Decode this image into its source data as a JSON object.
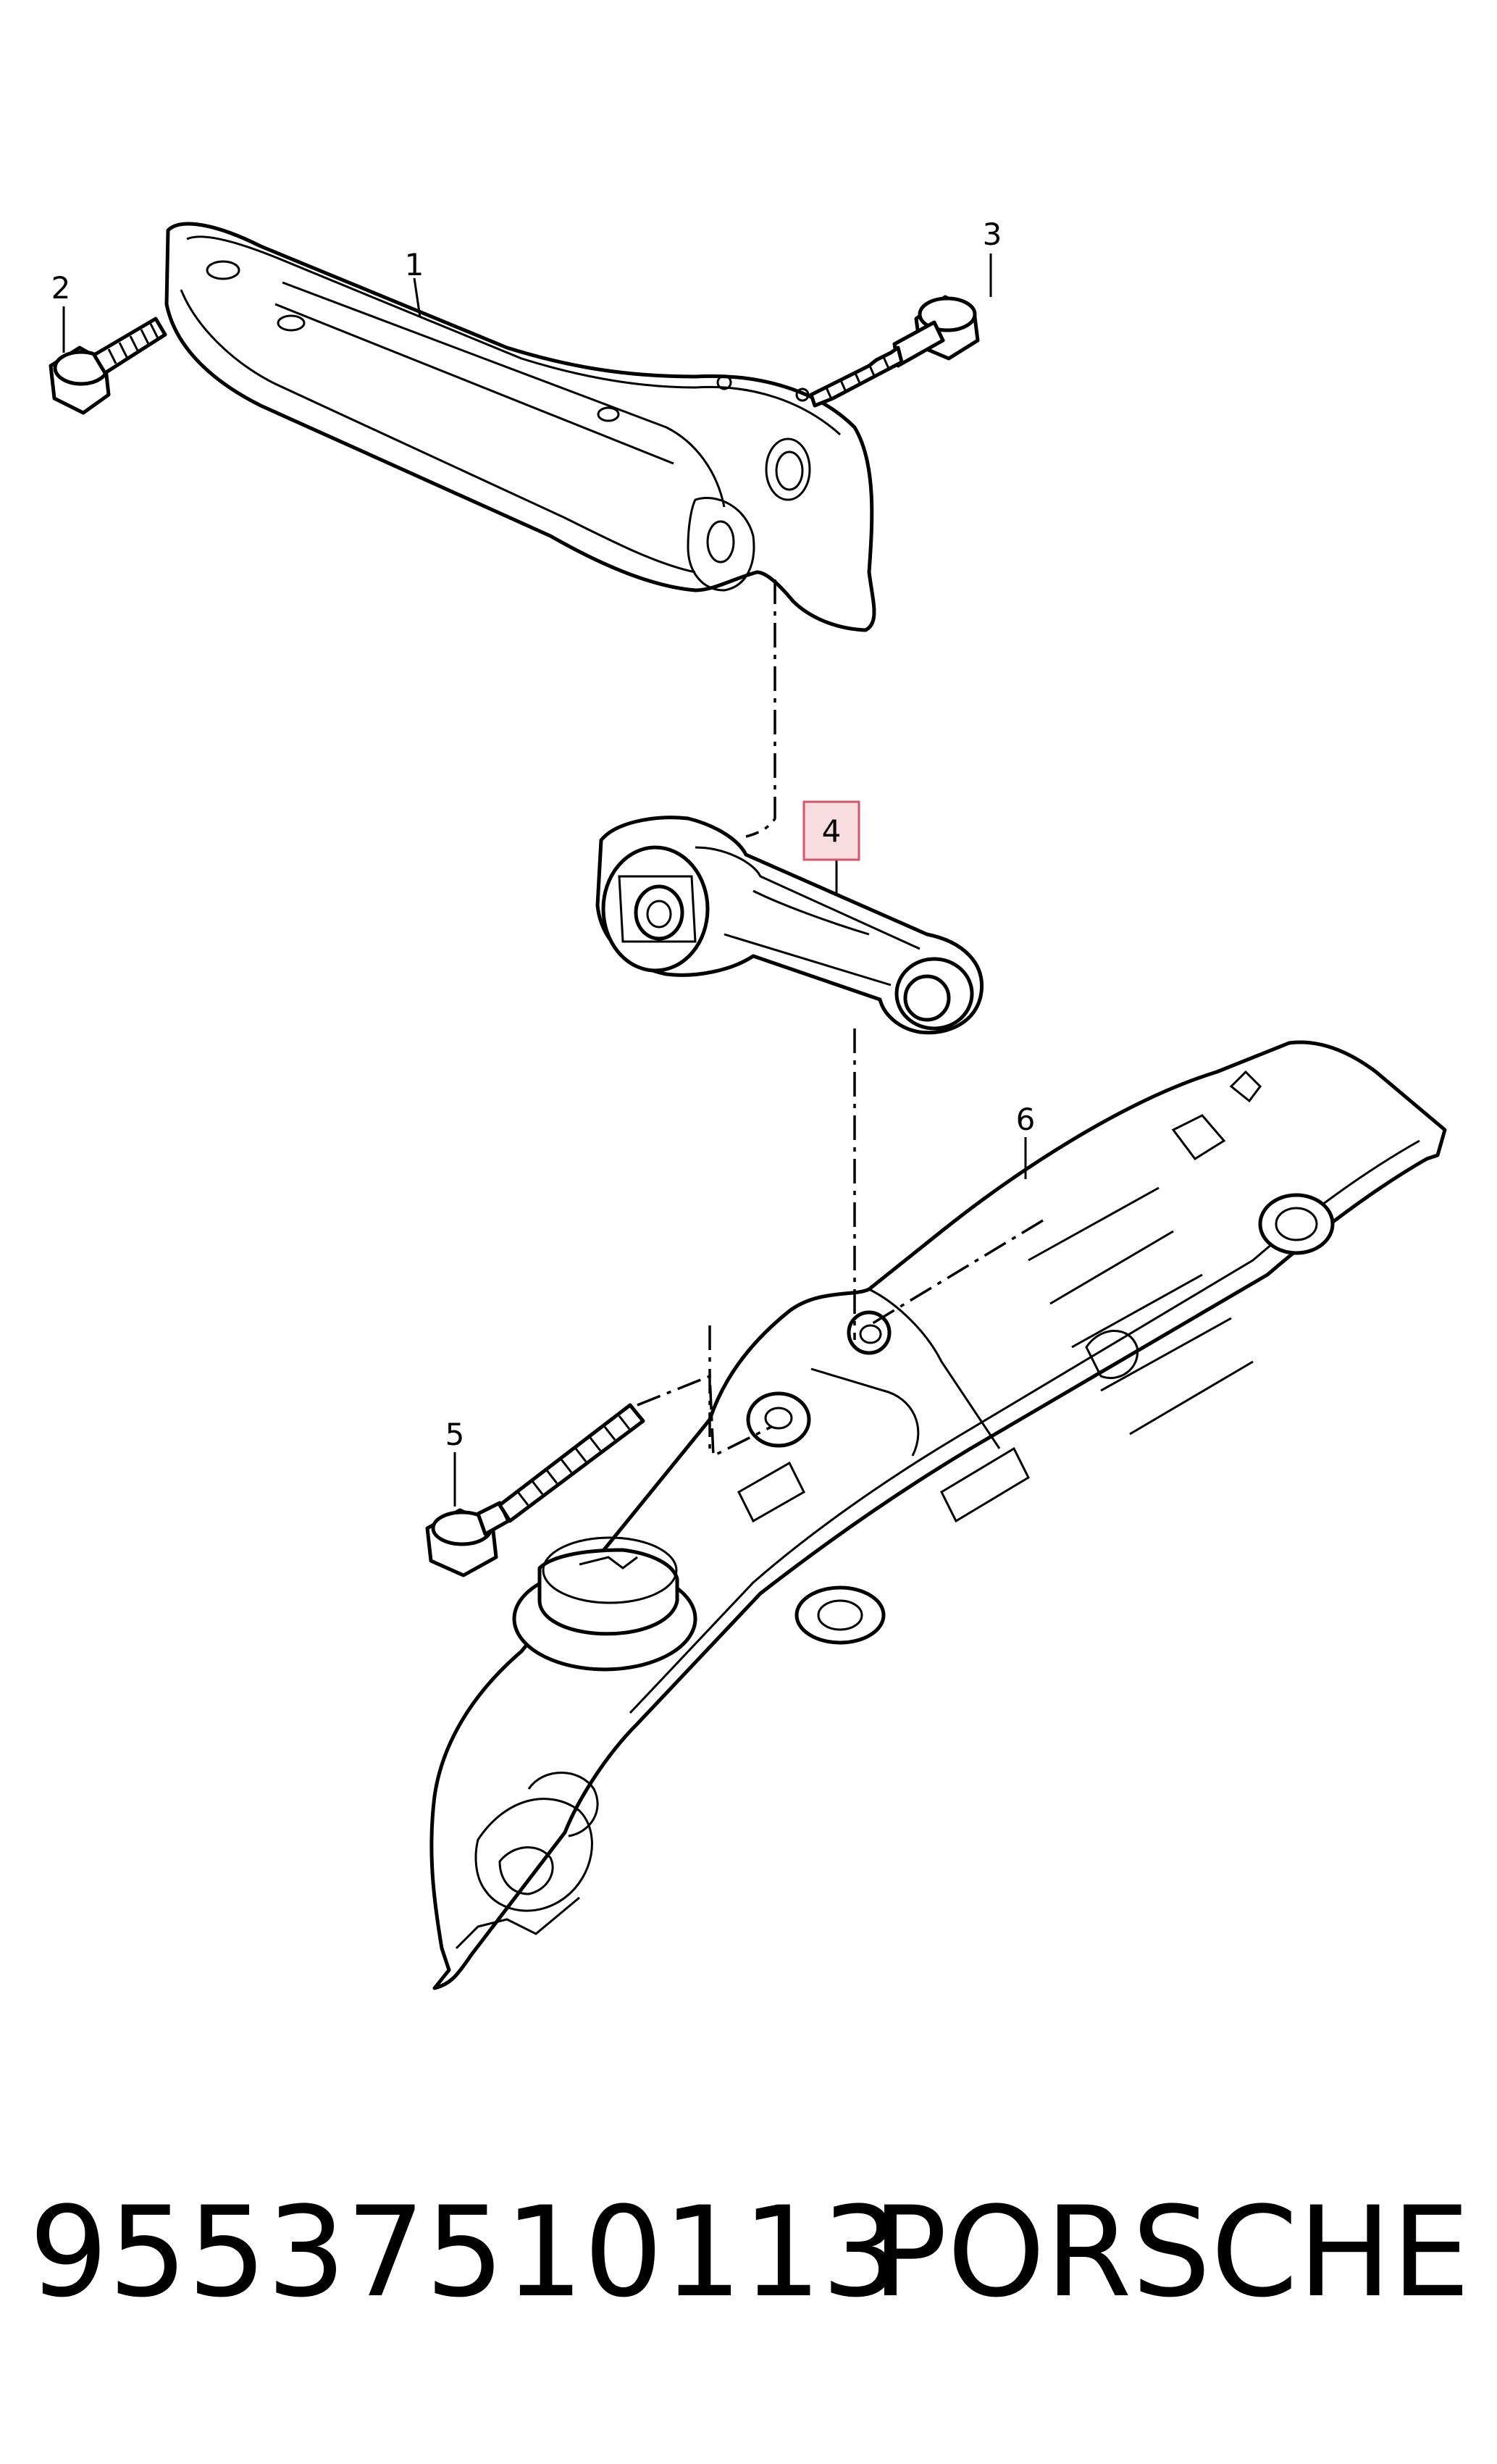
{
  "callouts": [
    {
      "id": "1",
      "label": "1",
      "highlighted": false
    },
    {
      "id": "2",
      "label": "2",
      "highlighted": false
    },
    {
      "id": "3",
      "label": "3",
      "highlighted": false
    },
    {
      "id": "4",
      "label": "4",
      "highlighted": true
    },
    {
      "id": "5",
      "label": "5",
      "highlighted": false
    },
    {
      "id": "6",
      "label": "6",
      "highlighted": false
    }
  ],
  "caption": {
    "part_number": "95537510113",
    "brand": "PORSCHE"
  },
  "colors": {
    "highlight_fill": "#f7dde0",
    "highlight_stroke": "#d9546a",
    "line": "#000000",
    "background": "#ffffff"
  }
}
